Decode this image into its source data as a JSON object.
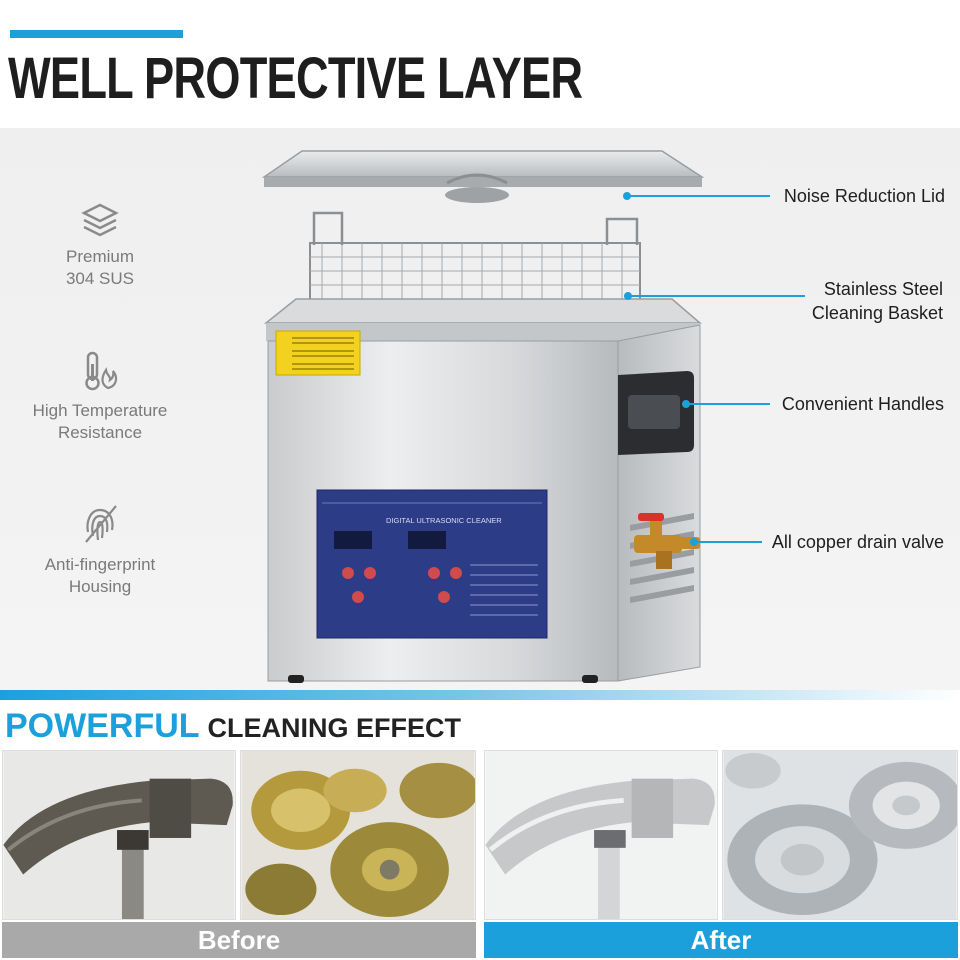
{
  "header": {
    "title": "WELL PROTECTIVE LAYER"
  },
  "features": [
    {
      "icon": "layers-icon",
      "line1": "Premium",
      "line2": "304 SUS"
    },
    {
      "icon": "thermometer-flame-icon",
      "line1": "High Temperature",
      "line2": "Resistance"
    },
    {
      "icon": "fingerprint-icon",
      "line1": "Anti-fingerprint",
      "line2": "Housing"
    }
  ],
  "callouts": {
    "lid": "Noise Reduction Lid",
    "basket_line1": "Stainless Steel",
    "basket_line2": "Cleaning Basket",
    "handles": "Convenient Handles",
    "valve": "All copper drain valve"
  },
  "control_panel": {
    "title": "DIGITAL ULTRASONIC CLEANER"
  },
  "section": {
    "highlight": "POWERFUL",
    "rest": "CLEANING EFFECT"
  },
  "comparison": {
    "before": "Before",
    "after": "After"
  },
  "colors": {
    "accent": "#1ca0dc",
    "before_bar": "#a9a9a9",
    "after_bar": "#1ca0dc"
  }
}
